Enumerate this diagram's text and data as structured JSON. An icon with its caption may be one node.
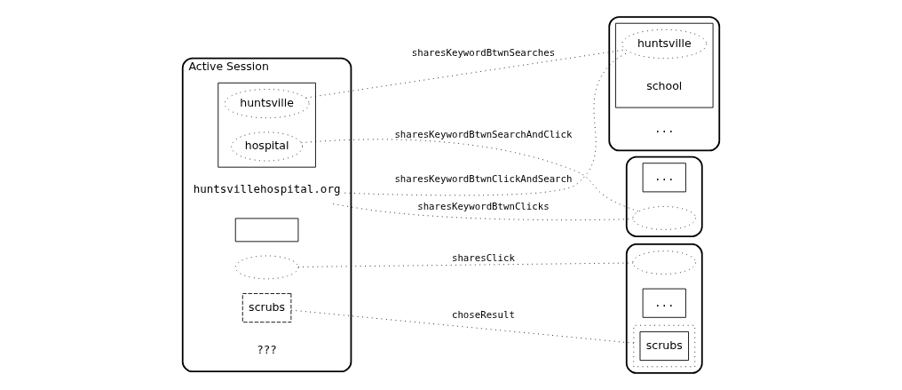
{
  "diagram": {
    "nodes": [
      {
        "text": [
          "Active Session"
        ]
      },
      {
        "text": [],
        "shape": "box",
        "in": 0
      },
      {
        "text": [
          "huntsville"
        ],
        "in": 1
      },
      {
        "text": [
          "hospital"
        ],
        "in": 1
      },
      {
        "text": [
          "huntsvillehospital.org"
        ],
        "in": 0
      },
      {
        "text": [],
        "shape": "box",
        "in": 0
      },
      {
        "text": [],
        "shape": "ellipse",
        "in": 0
      },
      {
        "text": [
          "scrubs"
        ],
        "in": 0
      },
      {
        "text": [
          "???"
        ],
        "in": 0
      },
      {
        "text": [],
        "shape": "box"
      },
      {
        "text": [],
        "shape": "box",
        "in": 9
      },
      {
        "text": [
          "huntsville"
        ],
        "in": 10
      },
      {
        "text": [
          "school"
        ],
        "in": 10
      },
      {
        "text": [
          "..."
        ],
        "in": 9
      },
      {
        "text": [],
        "shape": "box"
      },
      {
        "text": [
          "..."
        ],
        "in": 14
      },
      {
        "text": [],
        "shape": "ellipse",
        "in": 14
      },
      {
        "text": [],
        "shape": "box"
      },
      {
        "text": [],
        "shape": "ellipse",
        "in": 17
      },
      {
        "text": [
          "scrubs"
        ],
        "in": 18
      },
      {
        "text": [
          "..."
        ],
        "in": 17
      },
      {
        "text": [],
        "shape": "ellipse",
        "in": 17
      }
    ],
    "edges": [
      {
        "from": 2,
        "to": 11,
        "arrow": "none",
        "label": "sharesKeywordBtwnSearches"
      },
      {
        "from": 4,
        "to": 11,
        "arrow": "none",
        "label": "sharesKeywordBtwnClickAndSearch"
      },
      {
        "from": 3,
        "to": 16,
        "arrow": "none",
        "label": "sharesKeywordBtwnSearchAndClick"
      },
      {
        "from": 4,
        "to": 16,
        "arrow": "none",
        "label": "sharesKeywordBtwnClicks"
      },
      {
        "from": 6,
        "to": 21,
        "arrow": "none",
        "label": "sharesClick"
      },
      {
        "from": 7,
        "to": 18,
        "arrow": "none",
        "label": "choseResult"
      }
    ]
  }
}
